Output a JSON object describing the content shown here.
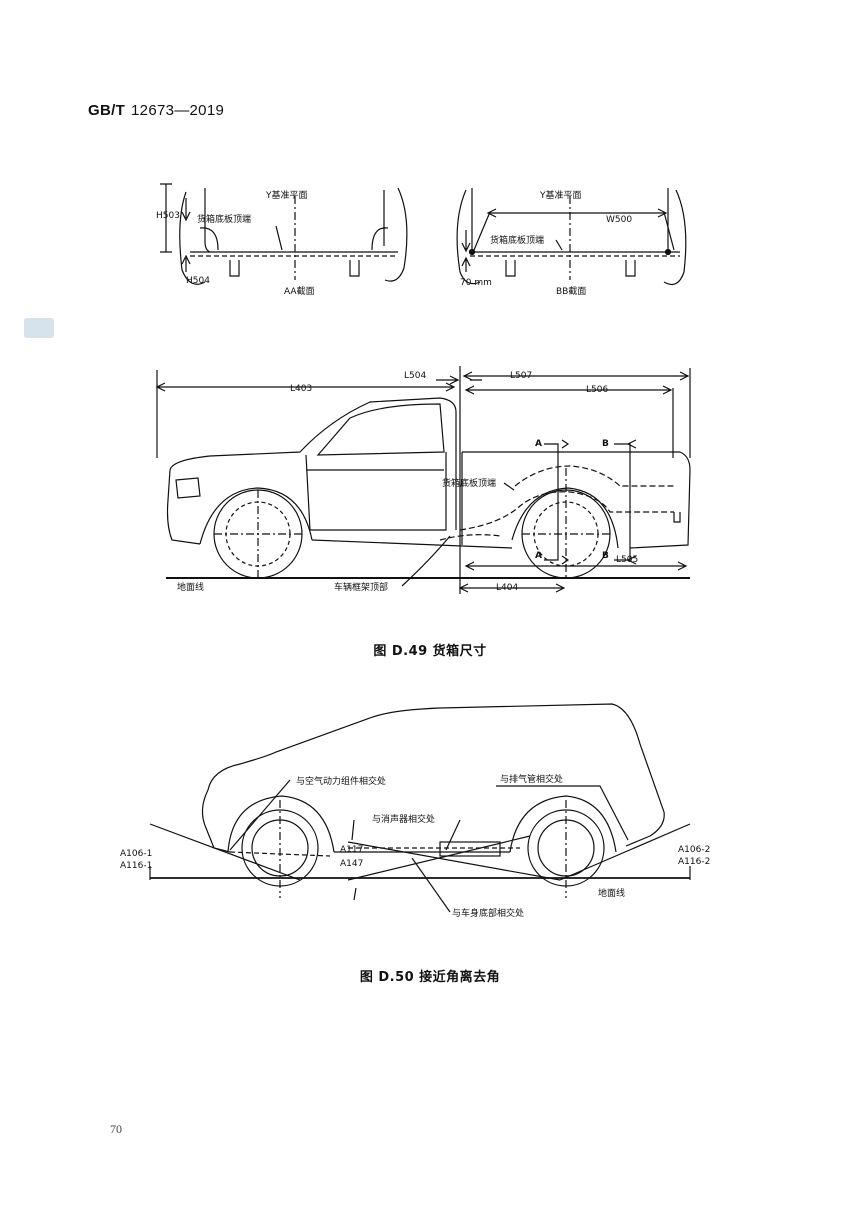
{
  "header": {
    "standard_code": "GB/T",
    "standard_number": "12673—2019"
  },
  "figure49": {
    "caption": "图 D.49   货箱尺寸",
    "aa": {
      "ref_plane": "Y基准平面",
      "floor_top": "货箱底板顶端",
      "h503": "H503",
      "h504": "H504",
      "section": "AA截面"
    },
    "bb": {
      "ref_plane": "Y基准平面",
      "floor_top": "货箱底板顶端",
      "w500": "W500",
      "offset": "70 mm",
      "section": "BB截面"
    },
    "side": {
      "l403": "L403",
      "l504": "L504",
      "l507": "L507",
      "l506": "L506",
      "l505": "L505",
      "l404": "L404",
      "mark_a": "A",
      "mark_b": "B",
      "floor_top": "货箱底板顶端",
      "ground": "地面线",
      "frame_top": "车辆框架顶部"
    }
  },
  "figure50": {
    "caption": "图 D.50   接近角离去角",
    "aero": "与空气动力组件相交处",
    "exhaust": "与排气管相交处",
    "muffler": "与消声器相交处",
    "body": "与车身底部相交处",
    "ground": "地面线",
    "a106_1": "A106-1",
    "a116_1": "A116-1",
    "a117": "A117",
    "a147": "A147",
    "a106_2": "A106-2",
    "a116_2": "A116-2"
  },
  "page_number": "70"
}
